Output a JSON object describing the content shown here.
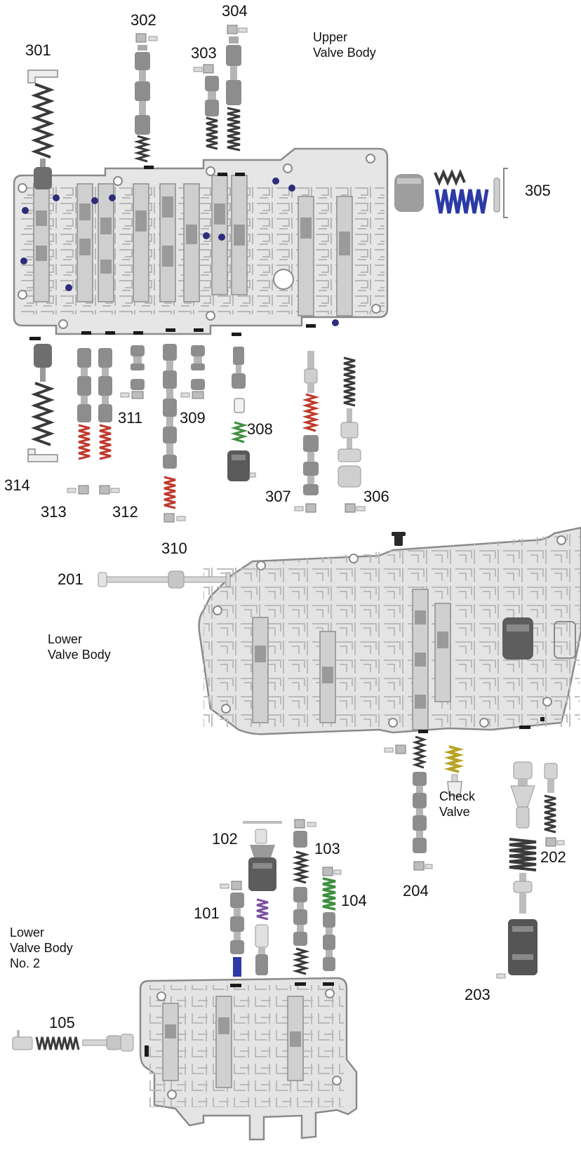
{
  "sections": {
    "upper": [
      "Upper",
      "Valve Body"
    ],
    "lower": [
      "Lower",
      "Valve Body"
    ],
    "lower2": [
      "Lower",
      "Valve Body",
      "No. 2"
    ]
  },
  "labels": {
    "l301": "301",
    "l302": "302",
    "l303": "303",
    "l304": "304",
    "l305": "305",
    "l306": "306",
    "l307": "307",
    "l308": "308",
    "l309": "309",
    "l310": "310",
    "l311": "311",
    "l312": "312",
    "l313": "313",
    "l314": "314",
    "l201": "201",
    "l202": "202",
    "l203": "203",
    "l204": "204",
    "l101": "101",
    "l102": "102",
    "l103": "103",
    "l104": "104",
    "l105": "105",
    "check": [
      "Check",
      "Valve"
    ]
  },
  "colors": {
    "body_fill": "#e6e6e6",
    "body_stroke": "#8a8a8a",
    "passage": "#b9b9b9",
    "part_metal": "#a8a8a8",
    "part_dark": "#555555",
    "spring_dark": "#3a3a3a",
    "spring_red": "#c0392b",
    "spring_blue": "#2b3aa6",
    "spring_green": "#3f8f3f",
    "spring_yellow": "#b8a224",
    "spring_purple": "#7a4fa0",
    "check_ball": "#2d2d7a"
  }
}
